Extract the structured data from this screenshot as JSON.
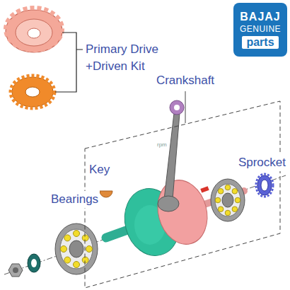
{
  "diagram": {
    "nodes": [
      {
        "text": [
          "BAJAJ",
          "GENUINE",
          "parts"
        ]
      },
      {
        "text": [
          "Crankshaft"
        ]
      }
    ],
    "labels": [
      "Primary Drive +Driven Kit",
      "Key",
      "Sprocket",
      "Bearings",
      "rpm"
    ]
  }
}
